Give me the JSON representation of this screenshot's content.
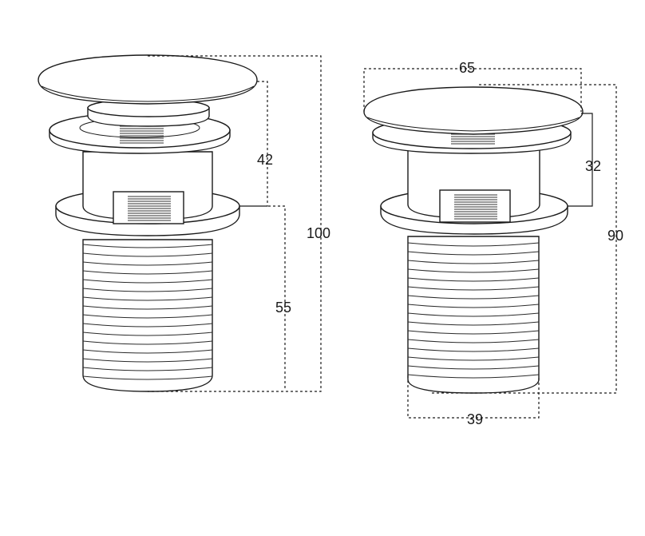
{
  "dimensions": {
    "left": {
      "cap_to_flange": "42",
      "flange_to_bottom": "55",
      "overall_height": "100"
    },
    "right": {
      "cap_diameter": "65",
      "cap_to_flange": "32",
      "overall_height": "90",
      "thread_diameter": "39"
    }
  },
  "colors": {
    "line": "#1a1a1a",
    "background": "#ffffff"
  }
}
